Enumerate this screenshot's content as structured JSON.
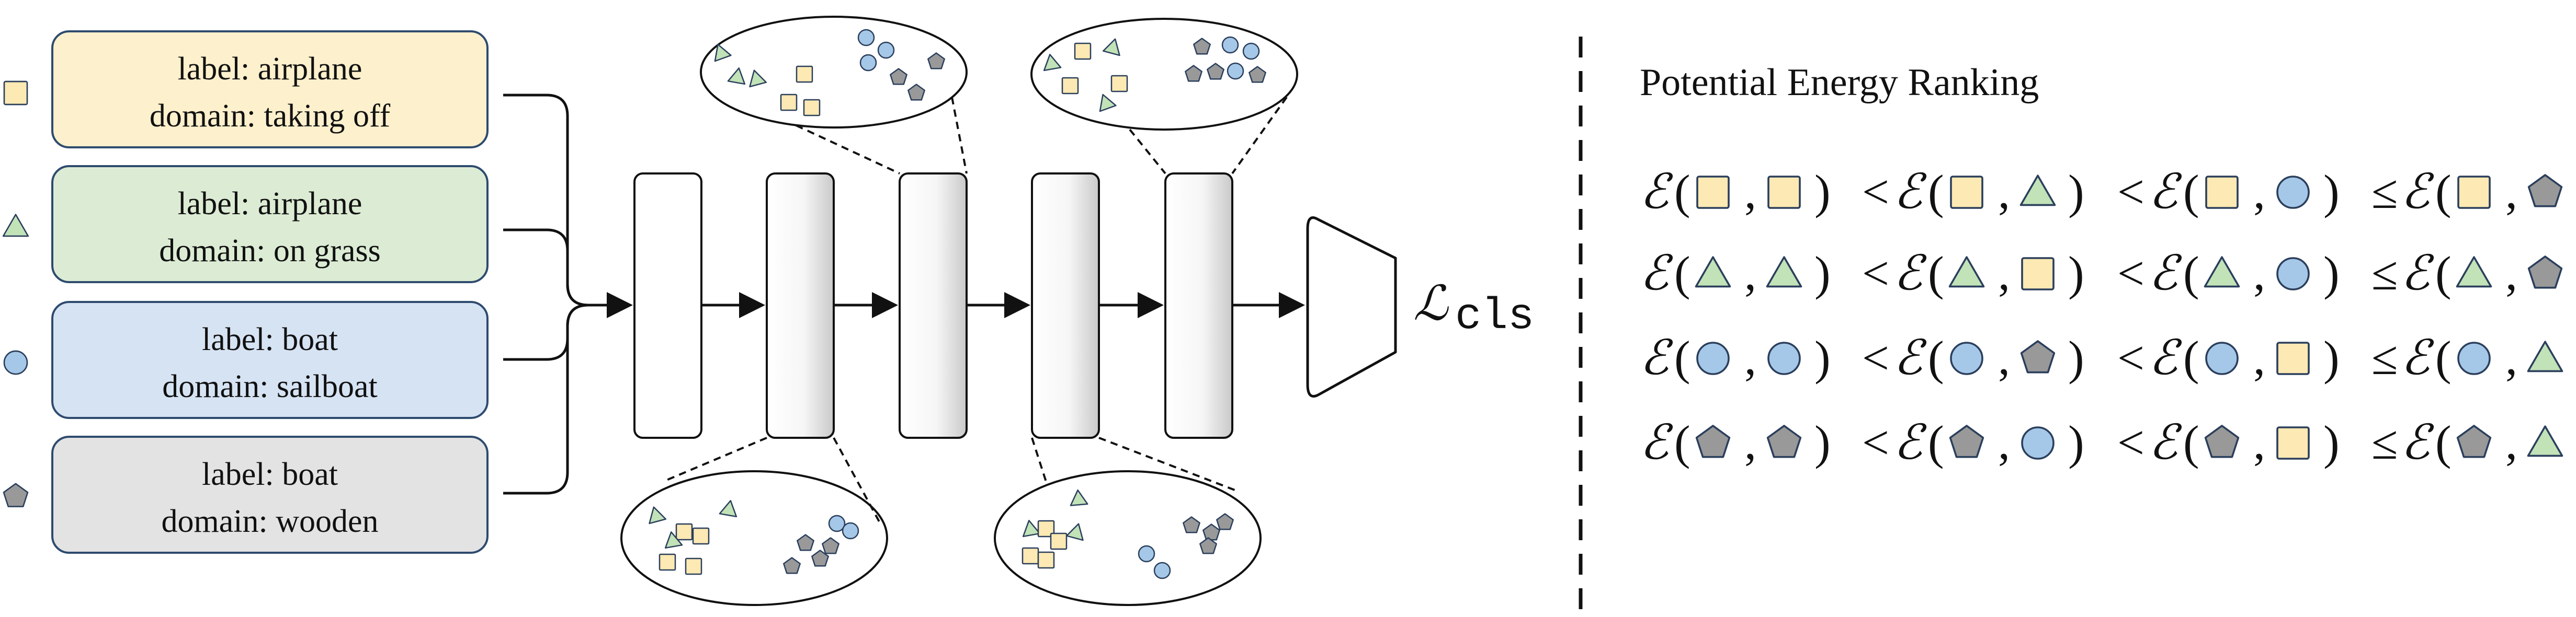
{
  "colors": {
    "square_fill": "#fce9b3",
    "triangle_fill": "#c2e2b8",
    "circle_fill": "#a6c8e8",
    "pentagon_fill": "#999999",
    "box_airplane_takeoff": "#fdf0cc",
    "box_airplane_grass": "#dcecd4",
    "box_boat_sailboat": "#d6e3f3",
    "box_boat_wooden": "#e3e3e3",
    "box_stroke": "#2e4b6e",
    "shape_stroke": "#2b3f5c"
  },
  "domains": [
    {
      "shape": "square",
      "label": "label: airplane",
      "domain": "domain: taking off"
    },
    {
      "shape": "triangle",
      "label": "label: airplane",
      "domain": "domain: on grass"
    },
    {
      "shape": "circle",
      "label": "label: boat",
      "domain": "domain: sailboat"
    },
    {
      "shape": "pentagon",
      "label": "label: boat",
      "domain": "domain: wooden"
    }
  ],
  "loss": {
    "symbol": "ℒ",
    "subscript": "cls"
  },
  "ranking": {
    "title": "Potential Energy Ranking",
    "energy_symbol": "ℰ",
    "operators": [
      "<",
      "<",
      "≤"
    ],
    "rows": [
      [
        [
          "square",
          "square"
        ],
        [
          "square",
          "triangle"
        ],
        [
          "square",
          "circle"
        ],
        [
          "square",
          "pentagon"
        ]
      ],
      [
        [
          "triangle",
          "triangle"
        ],
        [
          "triangle",
          "square"
        ],
        [
          "triangle",
          "circle"
        ],
        [
          "triangle",
          "pentagon"
        ]
      ],
      [
        [
          "circle",
          "circle"
        ],
        [
          "circle",
          "pentagon"
        ],
        [
          "circle",
          "square"
        ],
        [
          "circle",
          "triangle"
        ]
      ],
      [
        [
          "pentagon",
          "pentagon"
        ],
        [
          "pentagon",
          "circle"
        ],
        [
          "pentagon",
          "square"
        ],
        [
          "pentagon",
          "triangle"
        ]
      ]
    ]
  }
}
